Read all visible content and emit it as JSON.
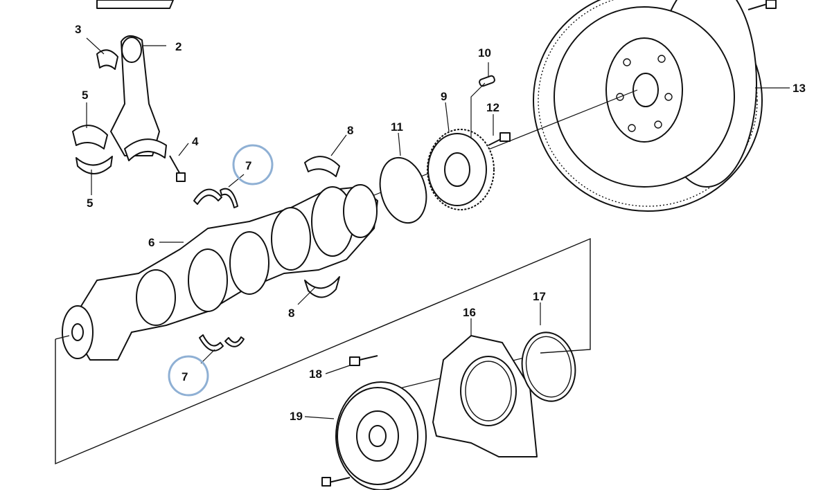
{
  "callouts": [
    {
      "id": "c2",
      "label": "2"
    },
    {
      "id": "c3",
      "label": "3"
    },
    {
      "id": "c4",
      "label": "4"
    },
    {
      "id": "c5a",
      "label": "5"
    },
    {
      "id": "c5b",
      "label": "5"
    },
    {
      "id": "c6",
      "label": "6"
    },
    {
      "id": "c7a",
      "label": "7"
    },
    {
      "id": "c7b",
      "label": "7"
    },
    {
      "id": "c8a",
      "label": "8"
    },
    {
      "id": "c8b",
      "label": "8"
    },
    {
      "id": "c9",
      "label": "9"
    },
    {
      "id": "c10",
      "label": "10"
    },
    {
      "id": "c11",
      "label": "11"
    },
    {
      "id": "c12",
      "label": "12"
    },
    {
      "id": "c13",
      "label": "13"
    },
    {
      "id": "c16",
      "label": "16"
    },
    {
      "id": "c17",
      "label": "17"
    },
    {
      "id": "c18",
      "label": "18"
    },
    {
      "id": "c19",
      "label": "19"
    }
  ],
  "colors": {
    "line": "#111111",
    "highlight_ring": "#8fb0d4",
    "background": "#ffffff"
  }
}
